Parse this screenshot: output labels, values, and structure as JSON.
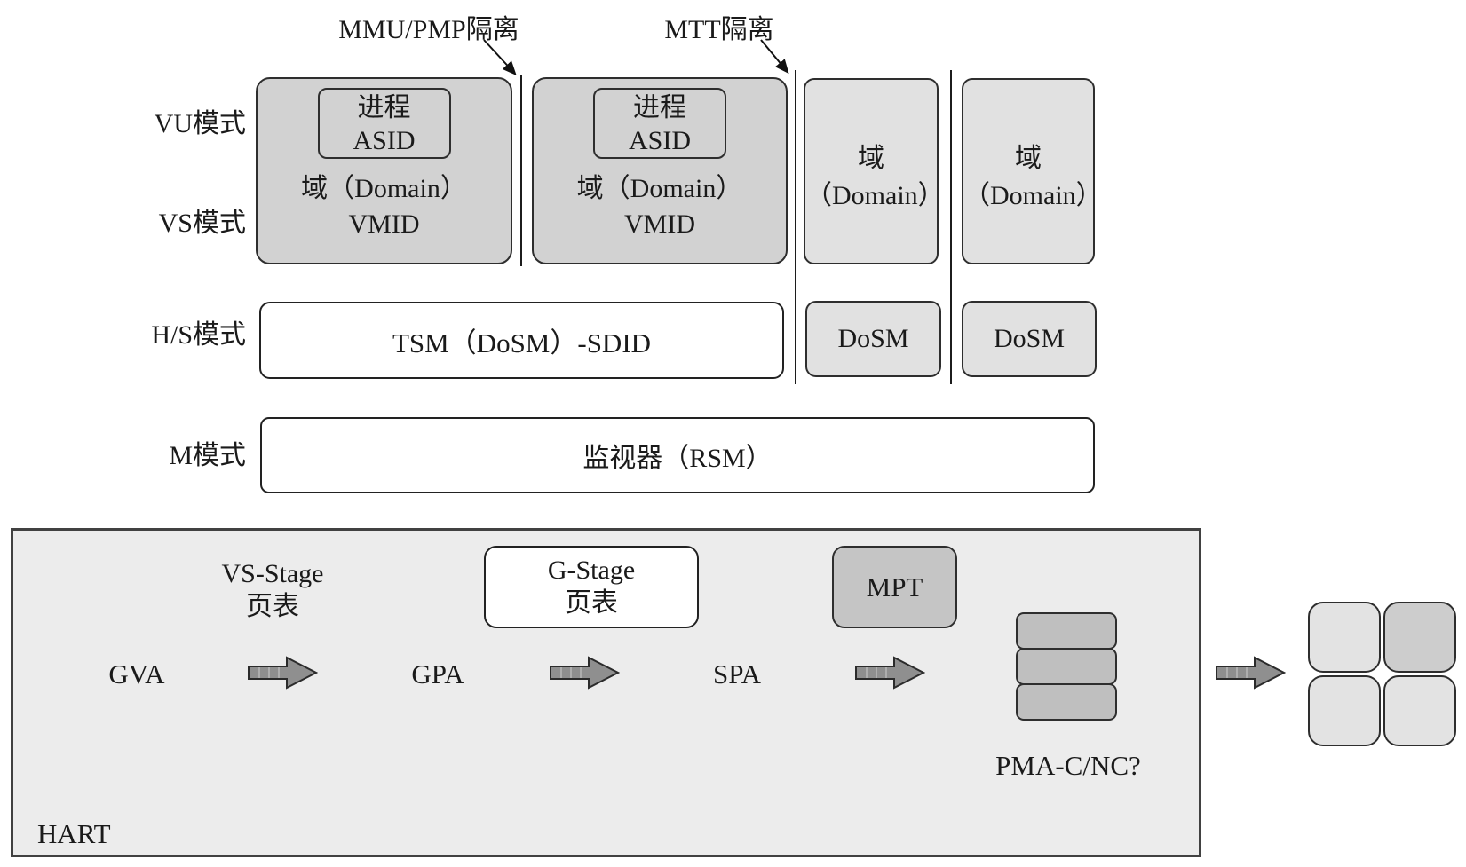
{
  "annotations": {
    "mmu_pmp_label": "MMU/PMP隔离",
    "mtt_label": "MTT隔离"
  },
  "mode_labels": [
    {
      "label": "VU模式"
    },
    {
      "label": "VS模式"
    },
    {
      "label": "H/S模式"
    },
    {
      "label": "M模式"
    }
  ],
  "domains": {
    "large": [
      {
        "process_line1": "进程",
        "process_line2": "ASID",
        "domain_line1": "域（Domain）",
        "domain_line2": "VMID"
      },
      {
        "process_line1": "进程",
        "process_line2": "ASID",
        "domain_line1": "域（Domain）",
        "domain_line2": "VMID"
      }
    ],
    "small": [
      {
        "line1": "域",
        "line2": "（Domain）"
      },
      {
        "line1": "域",
        "line2": "（Domain）"
      }
    ]
  },
  "hs_row": {
    "tsm_label": "TSM（DoSM）-SDID",
    "dosm_labels": [
      {
        "label": "DoSM"
      },
      {
        "label": "DoSM"
      }
    ]
  },
  "m_row": {
    "monitor_label": "监视器（RSM）"
  },
  "hart": {
    "label": "HART",
    "vs_stage_line1": "VS-Stage",
    "vs_stage_line2": "页表",
    "g_stage_line1": "G-Stage",
    "g_stage_line2": "页表",
    "mpt_label": "MPT",
    "addresses": [
      {
        "label": "GVA"
      },
      {
        "label": "GPA"
      },
      {
        "label": "SPA"
      }
    ],
    "pma_label": "PMA-C/NC?"
  },
  "colors": {
    "large_box_fill": "#d2d2d2",
    "small_box_fill": "#e1e1e1",
    "mpt_fill": "#c5c5c5",
    "stack_fill": "#bfbfbf",
    "hart_fill": "#ececec",
    "grid_light": "#e3e3e3",
    "grid_dark": "#cdcdcd",
    "arrow_fill": "#8f8f8f",
    "border": "#2e2e2e"
  }
}
